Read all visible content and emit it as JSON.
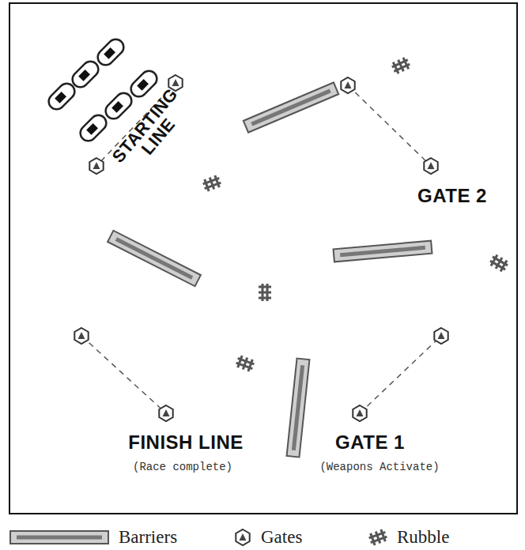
{
  "diagram": {
    "labels": [
      "STARTING LINE",
      "GATE 2",
      "FINISH LINE",
      "(Race complete)",
      "GATE 1",
      "(Weapons Activate)"
    ],
    "legend": [
      {
        "text": "Barriers"
      },
      {
        "text": "Gates"
      },
      {
        "text": "Rubble"
      }
    ]
  }
}
